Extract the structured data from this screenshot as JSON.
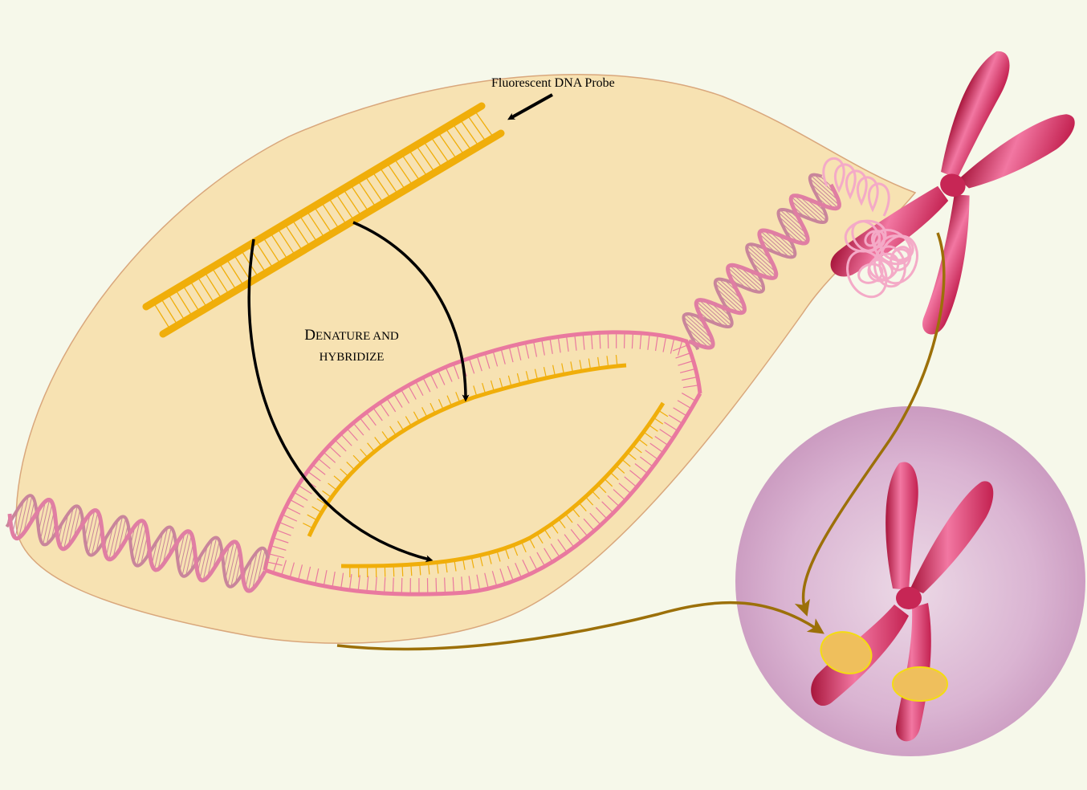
{
  "labels": {
    "probe": "Fluorescent DNA Probe",
    "step_line1_cap": "D",
    "step_line1_rest": "ENATURE AND",
    "step_line2": "HYBRIDIZE"
  },
  "colors": {
    "page_background": "#f6f8ea",
    "cell_fill": "#f7e2b2",
    "cell_outline": "#d9a77c",
    "probe": "#f0ae0a",
    "dna_pink": "#e9799f",
    "dna_light_pink": "#f4aac7",
    "chromosome": "#d8325f",
    "chromosome_dark": "#a8163c",
    "chromosome_highlight": "#f277a2",
    "nucleus": "#d3a5cb",
    "nucleus_center": "#ecd9e6",
    "connector": "#9c7009",
    "fluorescent_spot": "#efbf5c",
    "spot_outline": "#f4dc12",
    "arrow": "#000000"
  },
  "icons": {
    "arrowhead": "arrowhead-icon",
    "chromosome": "chromosome-icon"
  }
}
